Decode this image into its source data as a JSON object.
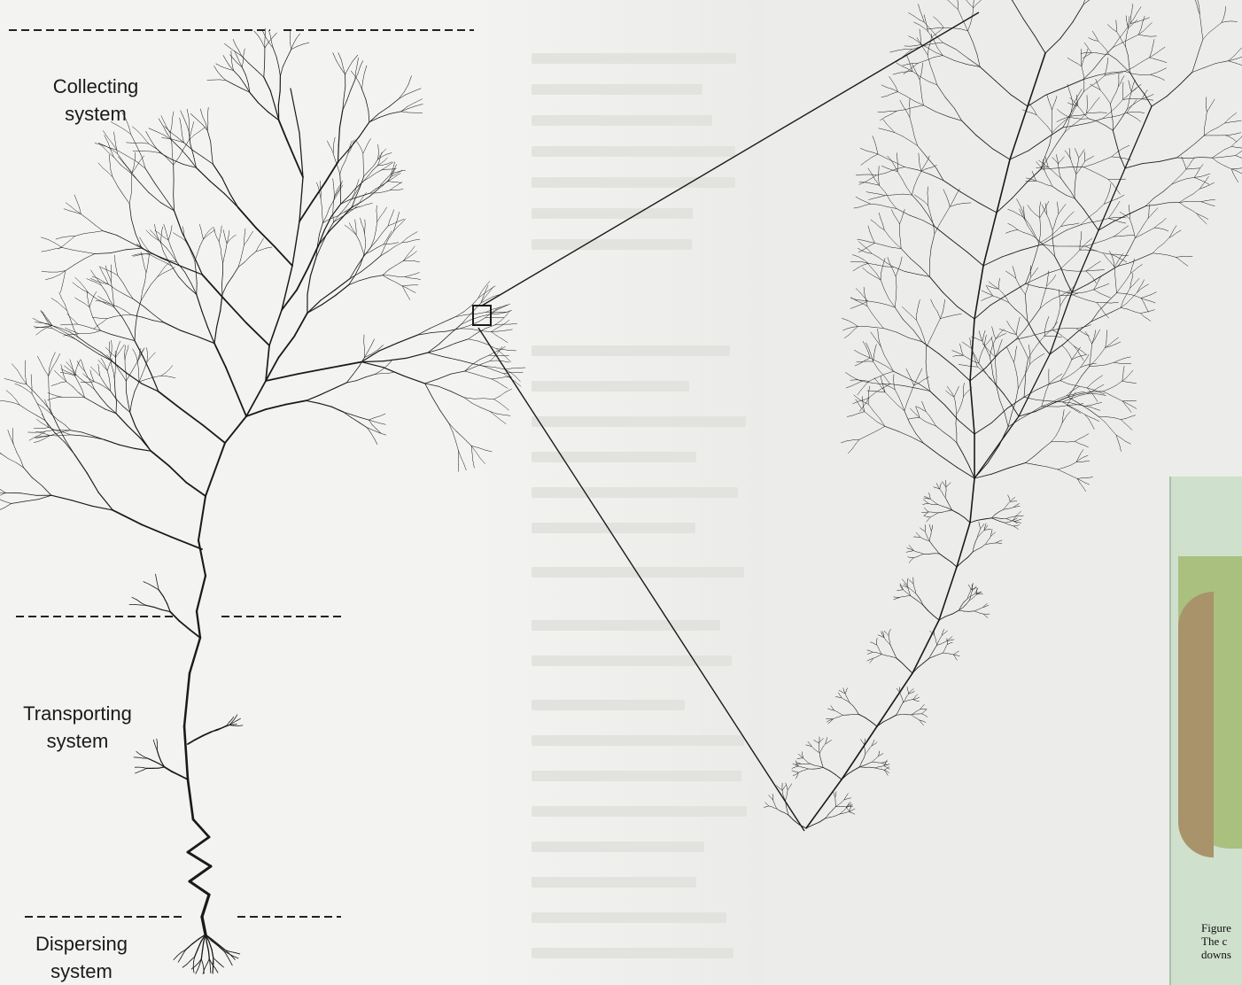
{
  "labels": {
    "collecting": [
      "Collecting",
      "system"
    ],
    "transporting": [
      "Transporting",
      "system"
    ],
    "dispersing": [
      "Dispersing",
      "system"
    ]
  },
  "inset_caption": [
    "Figure",
    "The c",
    "downs"
  ],
  "colors": {
    "ink": "#1a1a1a",
    "paper": "#f3f3f1",
    "inset_green": "#a9c07f",
    "inset_brown": "#a9936a"
  }
}
